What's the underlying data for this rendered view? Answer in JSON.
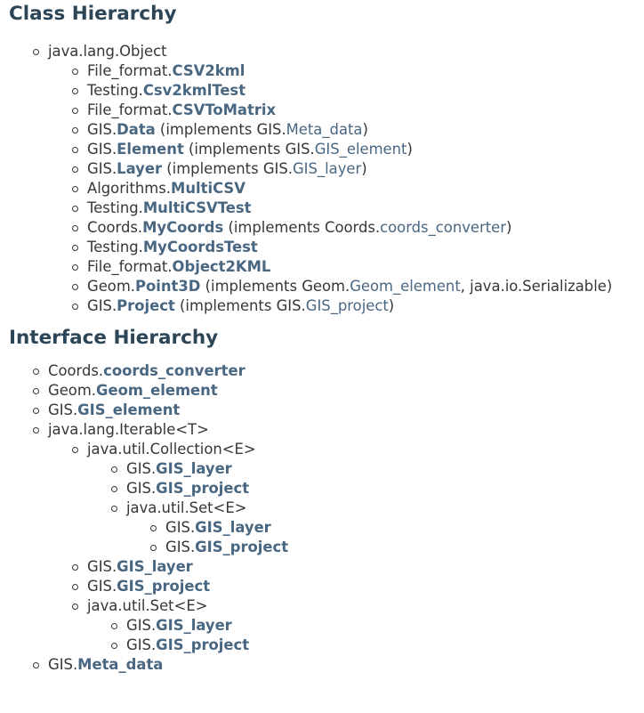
{
  "class_heading": "Class Hierarchy",
  "interface_heading": "Interface Hierarchy",
  "class_tree": {
    "root": "java.lang.Object",
    "items": [
      {
        "pkg": "File_format.",
        "name": "CSV2kml"
      },
      {
        "pkg": "Testing.",
        "name": "Csv2kmlTest"
      },
      {
        "pkg": "File_format.",
        "name": "CSVToMatrix"
      },
      {
        "pkg": "GIS.",
        "name": "Data",
        "impl_prefix": " (implements GIS.",
        "impl_link": "Meta_data",
        "impl_suffix": ")"
      },
      {
        "pkg": "GIS.",
        "name": "Element",
        "impl_prefix": " (implements GIS.",
        "impl_link": "GIS_element",
        "impl_suffix": ")"
      },
      {
        "pkg": "GIS.",
        "name": "Layer",
        "impl_prefix": " (implements GIS.",
        "impl_link": "GIS_layer",
        "impl_suffix": ")"
      },
      {
        "pkg": "Algorithms.",
        "name": "MultiCSV"
      },
      {
        "pkg": "Testing.",
        "name": "MultiCSVTest"
      },
      {
        "pkg": "Coords.",
        "name": "MyCoords",
        "impl_prefix": " (implements Coords.",
        "impl_link": "coords_converter",
        "impl_suffix": ")"
      },
      {
        "pkg": "Testing.",
        "name": "MyCoordsTest"
      },
      {
        "pkg": "File_format.",
        "name": "Object2KML"
      },
      {
        "pkg": "Geom.",
        "name": "Point3D",
        "impl_prefix": " (implements Geom.",
        "impl_link": "Geom_element",
        "impl_suffix": ", java.io.Serializable)"
      },
      {
        "pkg": "GIS.",
        "name": "Project",
        "impl_prefix": " (implements GIS.",
        "impl_link": "GIS_project",
        "impl_suffix": ")"
      }
    ]
  },
  "interface_tree": {
    "coords": {
      "pkg": "Coords.",
      "name": "coords_converter"
    },
    "geom": {
      "pkg": "Geom.",
      "name": "Geom_element"
    },
    "gis_element": {
      "pkg": "GIS.",
      "name": "GIS_element"
    },
    "iterable": "java.lang.Iterable<T>",
    "collection": "java.util.Collection<E>",
    "col_layer": {
      "pkg": "GIS.",
      "name": "GIS_layer"
    },
    "col_project": {
      "pkg": "GIS.",
      "name": "GIS_project"
    },
    "col_set": "java.util.Set<E>",
    "col_set_layer": {
      "pkg": "GIS.",
      "name": "GIS_layer"
    },
    "col_set_project": {
      "pkg": "GIS.",
      "name": "GIS_project"
    },
    "it_layer": {
      "pkg": "GIS.",
      "name": "GIS_layer"
    },
    "it_project": {
      "pkg": "GIS.",
      "name": "GIS_project"
    },
    "it_set": "java.util.Set<E>",
    "it_set_layer": {
      "pkg": "GIS.",
      "name": "GIS_layer"
    },
    "it_set_project": {
      "pkg": "GIS.",
      "name": "GIS_project"
    },
    "meta": {
      "pkg": "GIS.",
      "name": "Meta_data"
    }
  }
}
